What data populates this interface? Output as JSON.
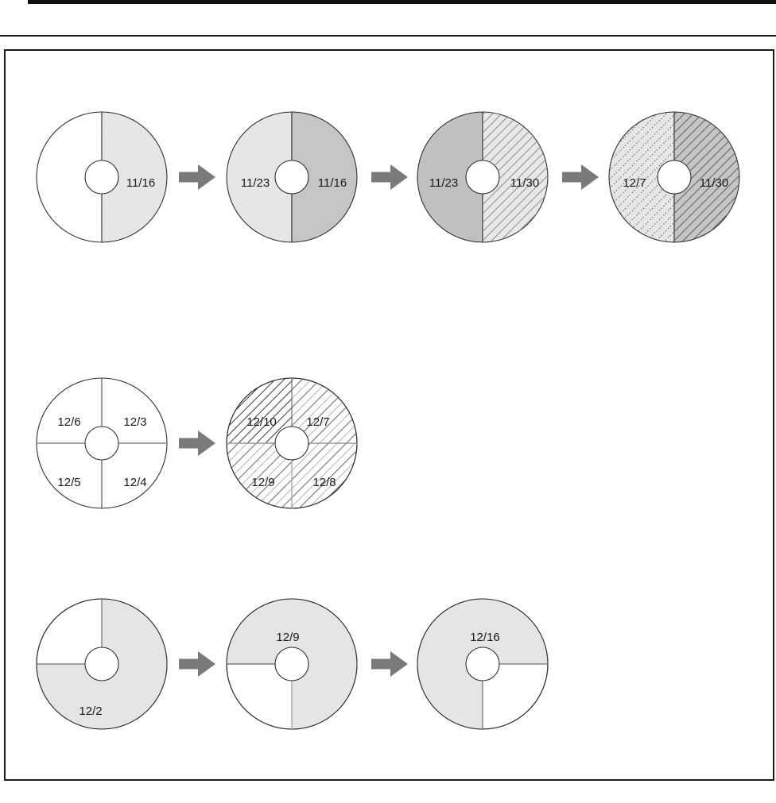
{
  "figure": {
    "description": "disk-rotation-diagram",
    "row1": {
      "c1": {
        "right": "11/16"
      },
      "c2": {
        "left": "11/23",
        "right": "11/16"
      },
      "c3": {
        "left": "11/23",
        "right": "11/30"
      },
      "c4": {
        "left": "12/7",
        "right": "11/30"
      }
    },
    "row2": {
      "c1": {
        "tl": "12/6",
        "tr": "12/3",
        "bl": "12/5",
        "br": "12/4"
      },
      "c2": {
        "tl": "12/10",
        "tr": "12/7",
        "bl": "12/9",
        "br": "12/8"
      }
    },
    "row3": {
      "c1": {
        "label": "12/2"
      },
      "c2": {
        "label": "12/9"
      },
      "c3": {
        "label": "12/16"
      }
    },
    "colors": {
      "light_gray": "#e6e6e6",
      "mid_gray": "#c5c5c5",
      "arrow_gray": "#7a7a7a",
      "outline": "#2e2e2e",
      "text": "#1a1a1a"
    }
  }
}
